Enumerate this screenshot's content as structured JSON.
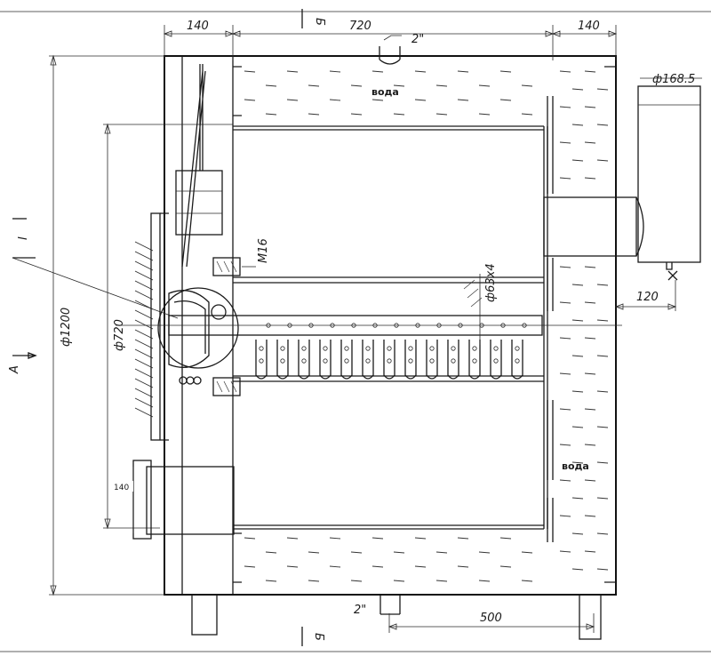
{
  "dimensions": {
    "top_left_width": "140",
    "top_center_width": "720",
    "top_right_width": "140",
    "top_pipe": "2\"",
    "outer_diameter": "ф1200",
    "inner_diameter": "ф720",
    "bolt": "M16",
    "tube": "ф63х4",
    "right_pipe_diameter": "ф168.5",
    "right_offset": "120",
    "left_box_height": "140",
    "bottom_pipe": "2\"",
    "bottom_length": "500"
  },
  "labels": {
    "section_mark_top": "Б",
    "section_mark_bottom": "Б",
    "view_arrow": "А",
    "detail_mark": "I",
    "water_top": "вода",
    "water_right": "вода"
  }
}
